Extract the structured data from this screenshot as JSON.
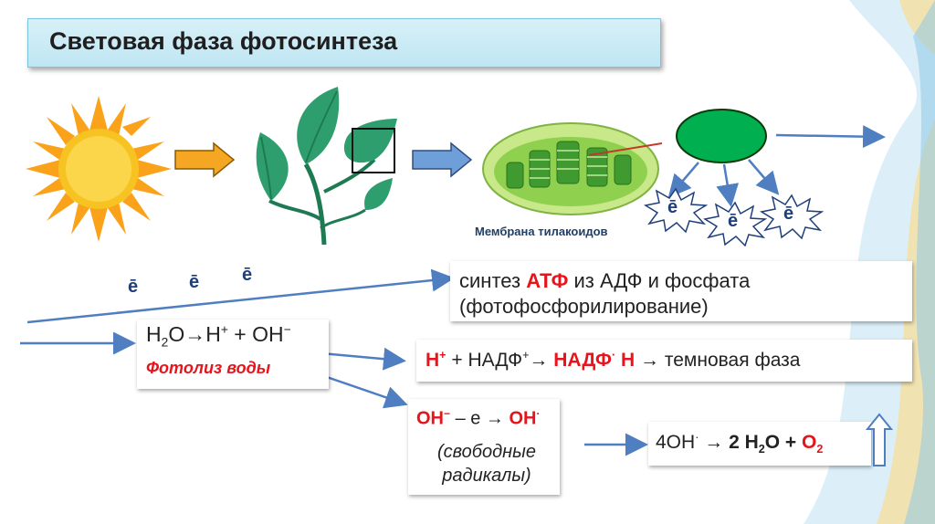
{
  "title": "Световая фаза фотосинтеза",
  "membrane_label": "Мембрана тилакоидов",
  "electron_symbol": "ē",
  "box_atp": {
    "line1_pre": "синтез ",
    "line1_red": "АТФ",
    "line1_post": " из АДФ и фосфата",
    "line2": "(фотофосфорилирование)"
  },
  "box_water": {
    "formula_h2o": "H",
    "formula_2": "2",
    "formula_o_arrow_h": "O→H",
    "formula_plus": "+",
    "formula_oh": " + OH",
    "formula_minus": "−",
    "label": "Фотолиз воды"
  },
  "box_nadph": {
    "h_red": "H",
    "h_plus": "+",
    "mid": " + НАДФ",
    "mid_plus": "+",
    "arrow": "→ ",
    "nadph_red": "НАДФ",
    "dot": "·",
    "nadph_h_red": " H",
    "tail": " → темновая фаза"
  },
  "box_oh": {
    "oh_red": "OH",
    "oh_minus": "−",
    "mid": " – e → ",
    "oh2_red": "OH",
    "oh2_dot": "·",
    "line2": "(свободные",
    "line3": "радикалы)"
  },
  "box_o2": {
    "pre": "4OH",
    "dot": "·",
    "arrow": " → ",
    "water": "2 H",
    "water_sub": "2",
    "water_o": "O + ",
    "o2_red": "O",
    "o2_sub": "2"
  },
  "colors": {
    "accent_red": "#e8141c",
    "arrow_blue": "#4f7fc0",
    "leaf_green": "#2f9e6e",
    "chloroplast_green": "#00b050"
  }
}
